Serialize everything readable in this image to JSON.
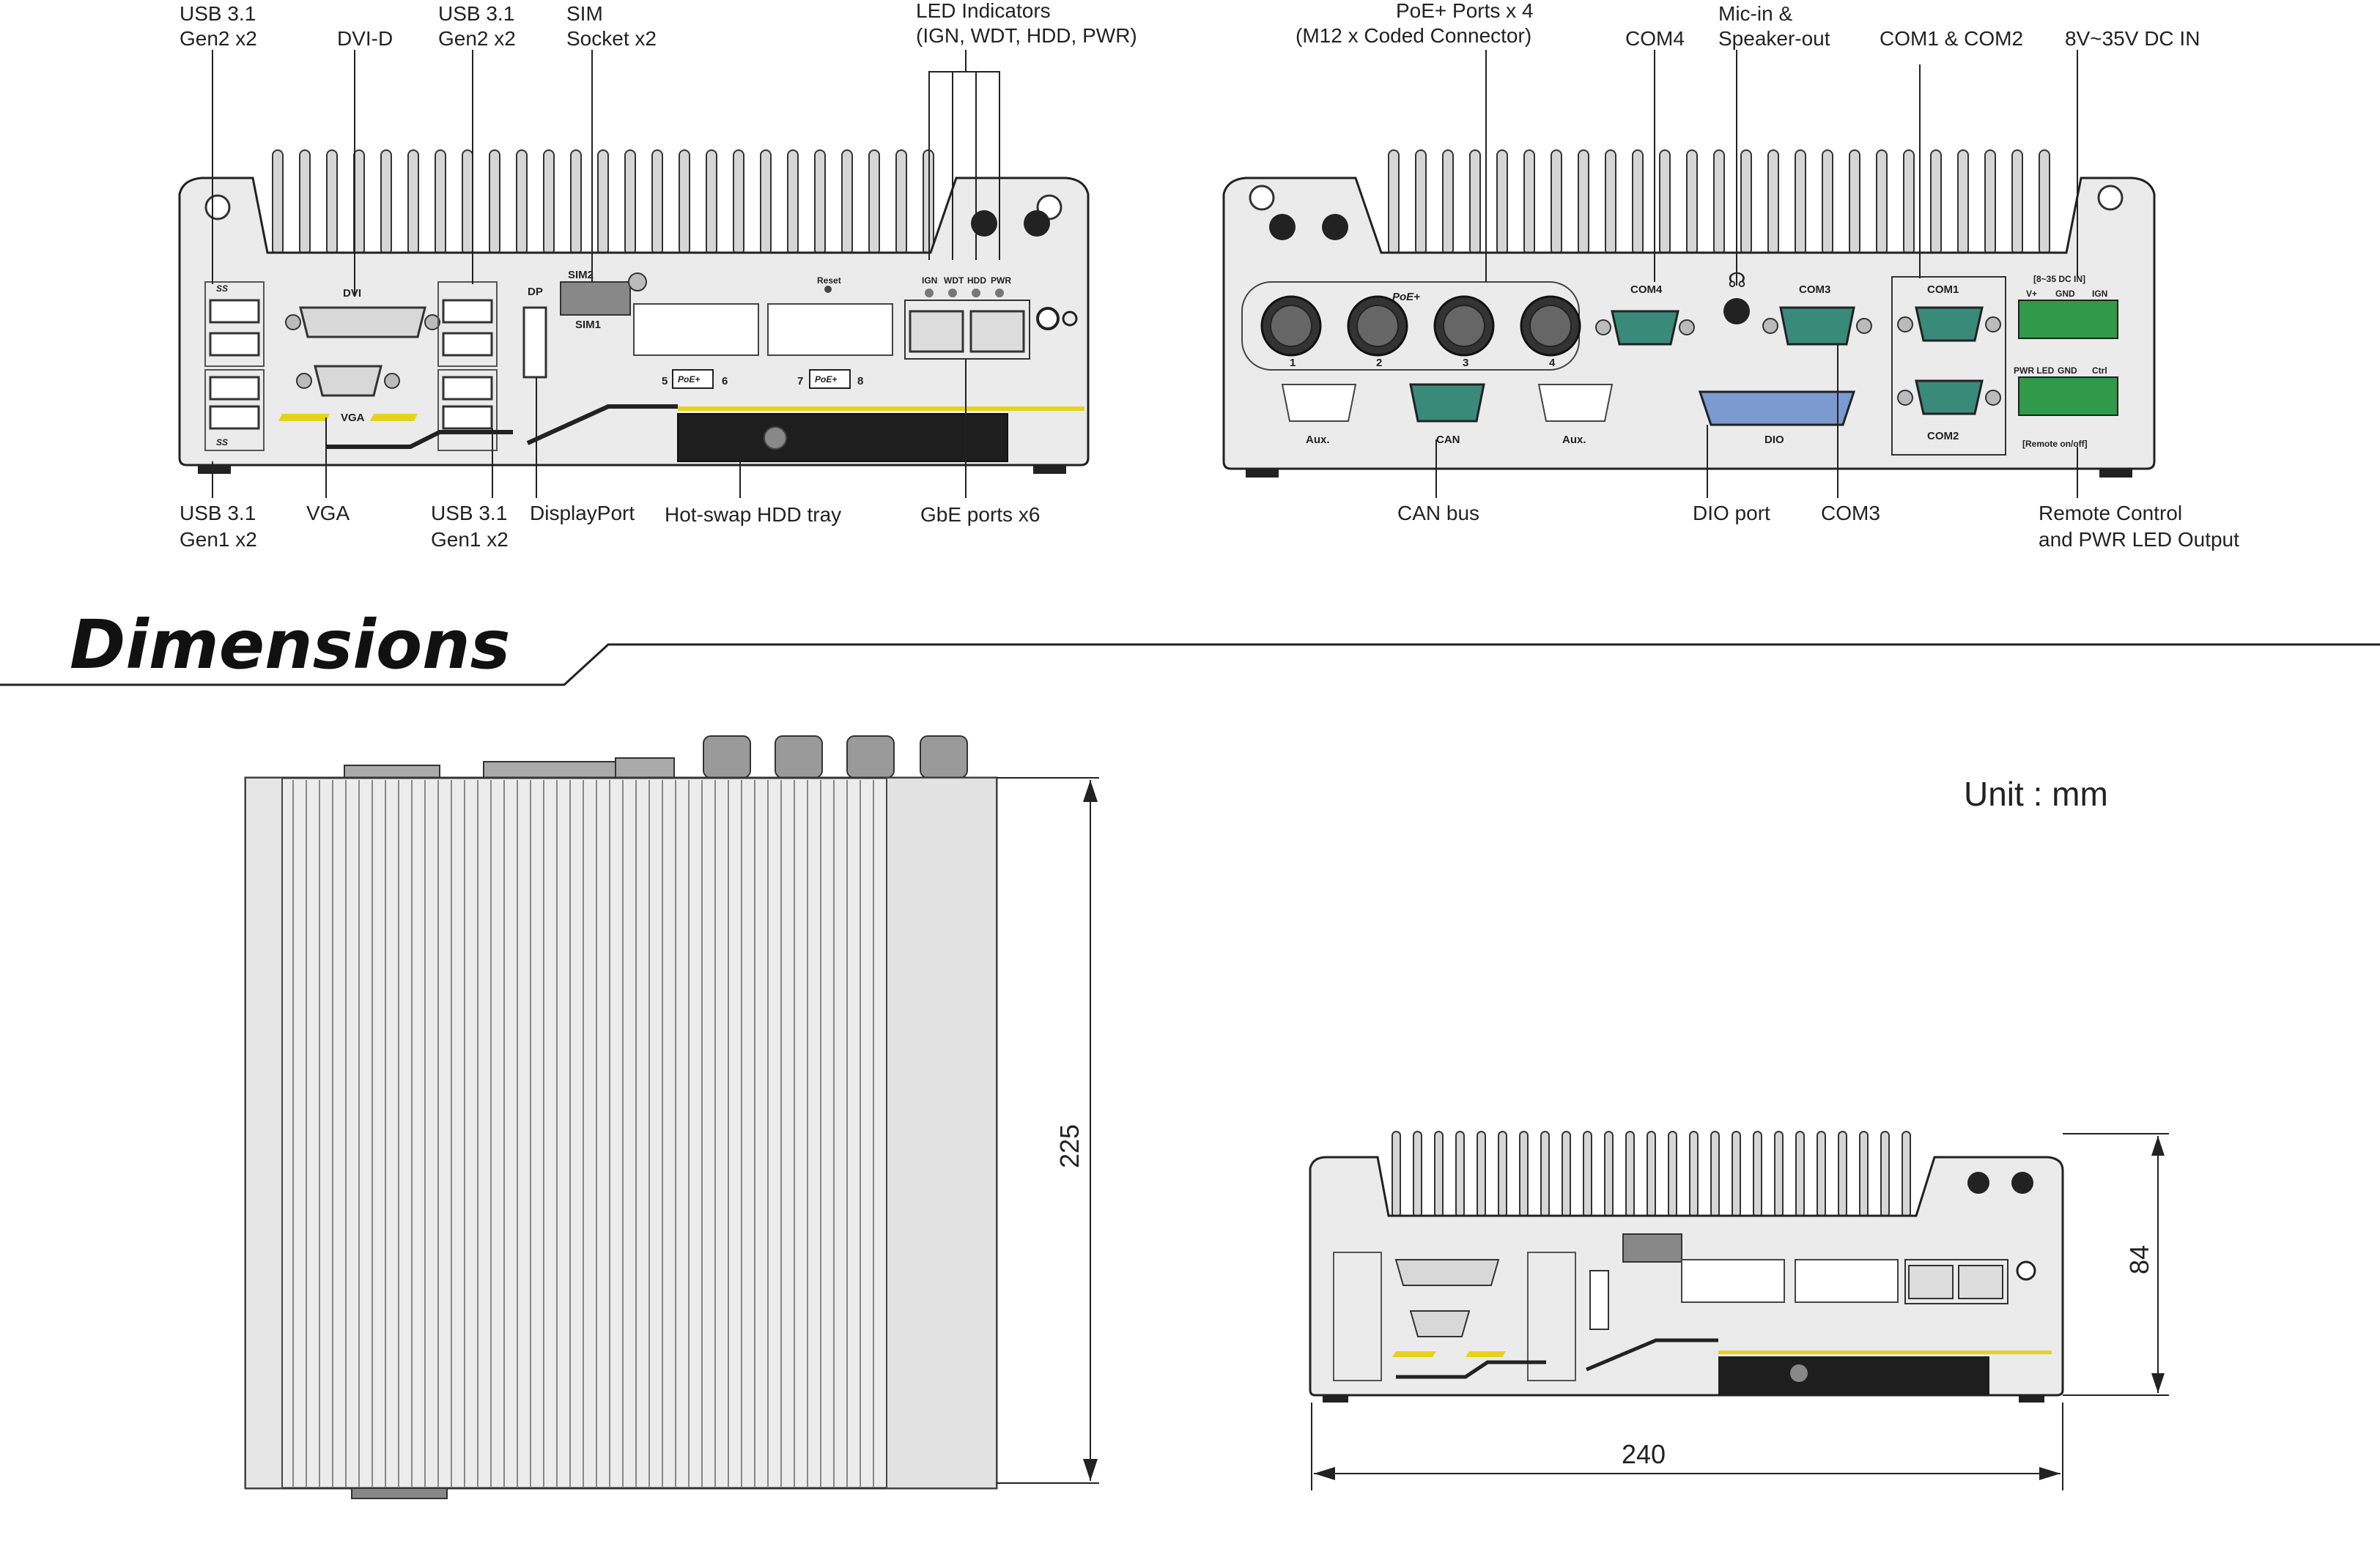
{
  "front_labels": {
    "usb_gen2_a_l1": "USB 3.1",
    "usb_gen2_a_l2": "Gen2 x2",
    "dvi_d": "DVI-D",
    "usb_gen2_b_l1": "USB 3.1",
    "usb_gen2_b_l2": "Gen2 x2",
    "sim_l1": "SIM",
    "sim_l2": "Socket x2",
    "led_l1": "LED Indicators",
    "led_l2": "(IGN, WDT, HDD, PWR)",
    "usb_gen1_a_l1": "USB 3.1",
    "usb_gen1_a_l2": "Gen1 x2",
    "vga": "VGA",
    "usb_gen1_b_l1": "USB 3.1",
    "usb_gen1_b_l2": "Gen1 x2",
    "displayport": "DisplayPort",
    "hdd_tray": "Hot-swap HDD tray",
    "gbe": "GbE ports x6"
  },
  "rear_labels": {
    "poe_l1": "PoE+ Ports x 4",
    "poe_l2": "(M12 x Coded Connector)",
    "com4": "COM4",
    "mic_l1": "Mic-in &",
    "mic_l2": "Speaker-out",
    "com12": "COM1 & COM2",
    "dcin": "8V~35V DC IN",
    "canbus": "CAN bus",
    "dio": "DIO port",
    "com3": "COM3",
    "remote_l1": "Remote Control",
    "remote_l2": "and PWR LED Output"
  },
  "panel_text": {
    "dvi": "DVI",
    "vga": "VGA",
    "dp": "DP",
    "sim2": "SIM2",
    "sim1": "SIM1",
    "reset": "Reset",
    "ign": "IGN",
    "wdt": "WDT",
    "hdd": "HDD",
    "pwr": "PWR",
    "poe_badge": "PoE+",
    "p5": "5",
    "p6": "6",
    "p7": "7",
    "p8": "8",
    "usb_badge": "SS",
    "com4": "COM4",
    "com3": "COM3",
    "com1": "COM1",
    "com2": "COM2",
    "dc_hdr": "[8~35 DC IN]",
    "vplus": "V+",
    "gnd": "GND",
    "ign2": "IGN",
    "pwrled": "PWR LED",
    "gnd2": "GND",
    "ctrl": "Ctrl",
    "remote": "[Remote on/off]",
    "aux": "Aux.",
    "can": "CAN",
    "dio": "DIO",
    "n1": "1",
    "n2": "2",
    "n3": "3",
    "n4": "4"
  },
  "section_title": "Dimensions",
  "unit": "Unit : mm",
  "dimensions": {
    "depth": "225",
    "height": "84",
    "width": "240"
  },
  "colors": {
    "chassis": "#ebebeb",
    "outline": "#222222",
    "fin": "#d6d6d6",
    "connector_green": "#3a8a7a",
    "terminal_green": "#2f9a4a",
    "dio_blue": "#7a9ad0",
    "accent_yellow": "#e6d21a",
    "hdd_tray": "#1e1e1e"
  }
}
